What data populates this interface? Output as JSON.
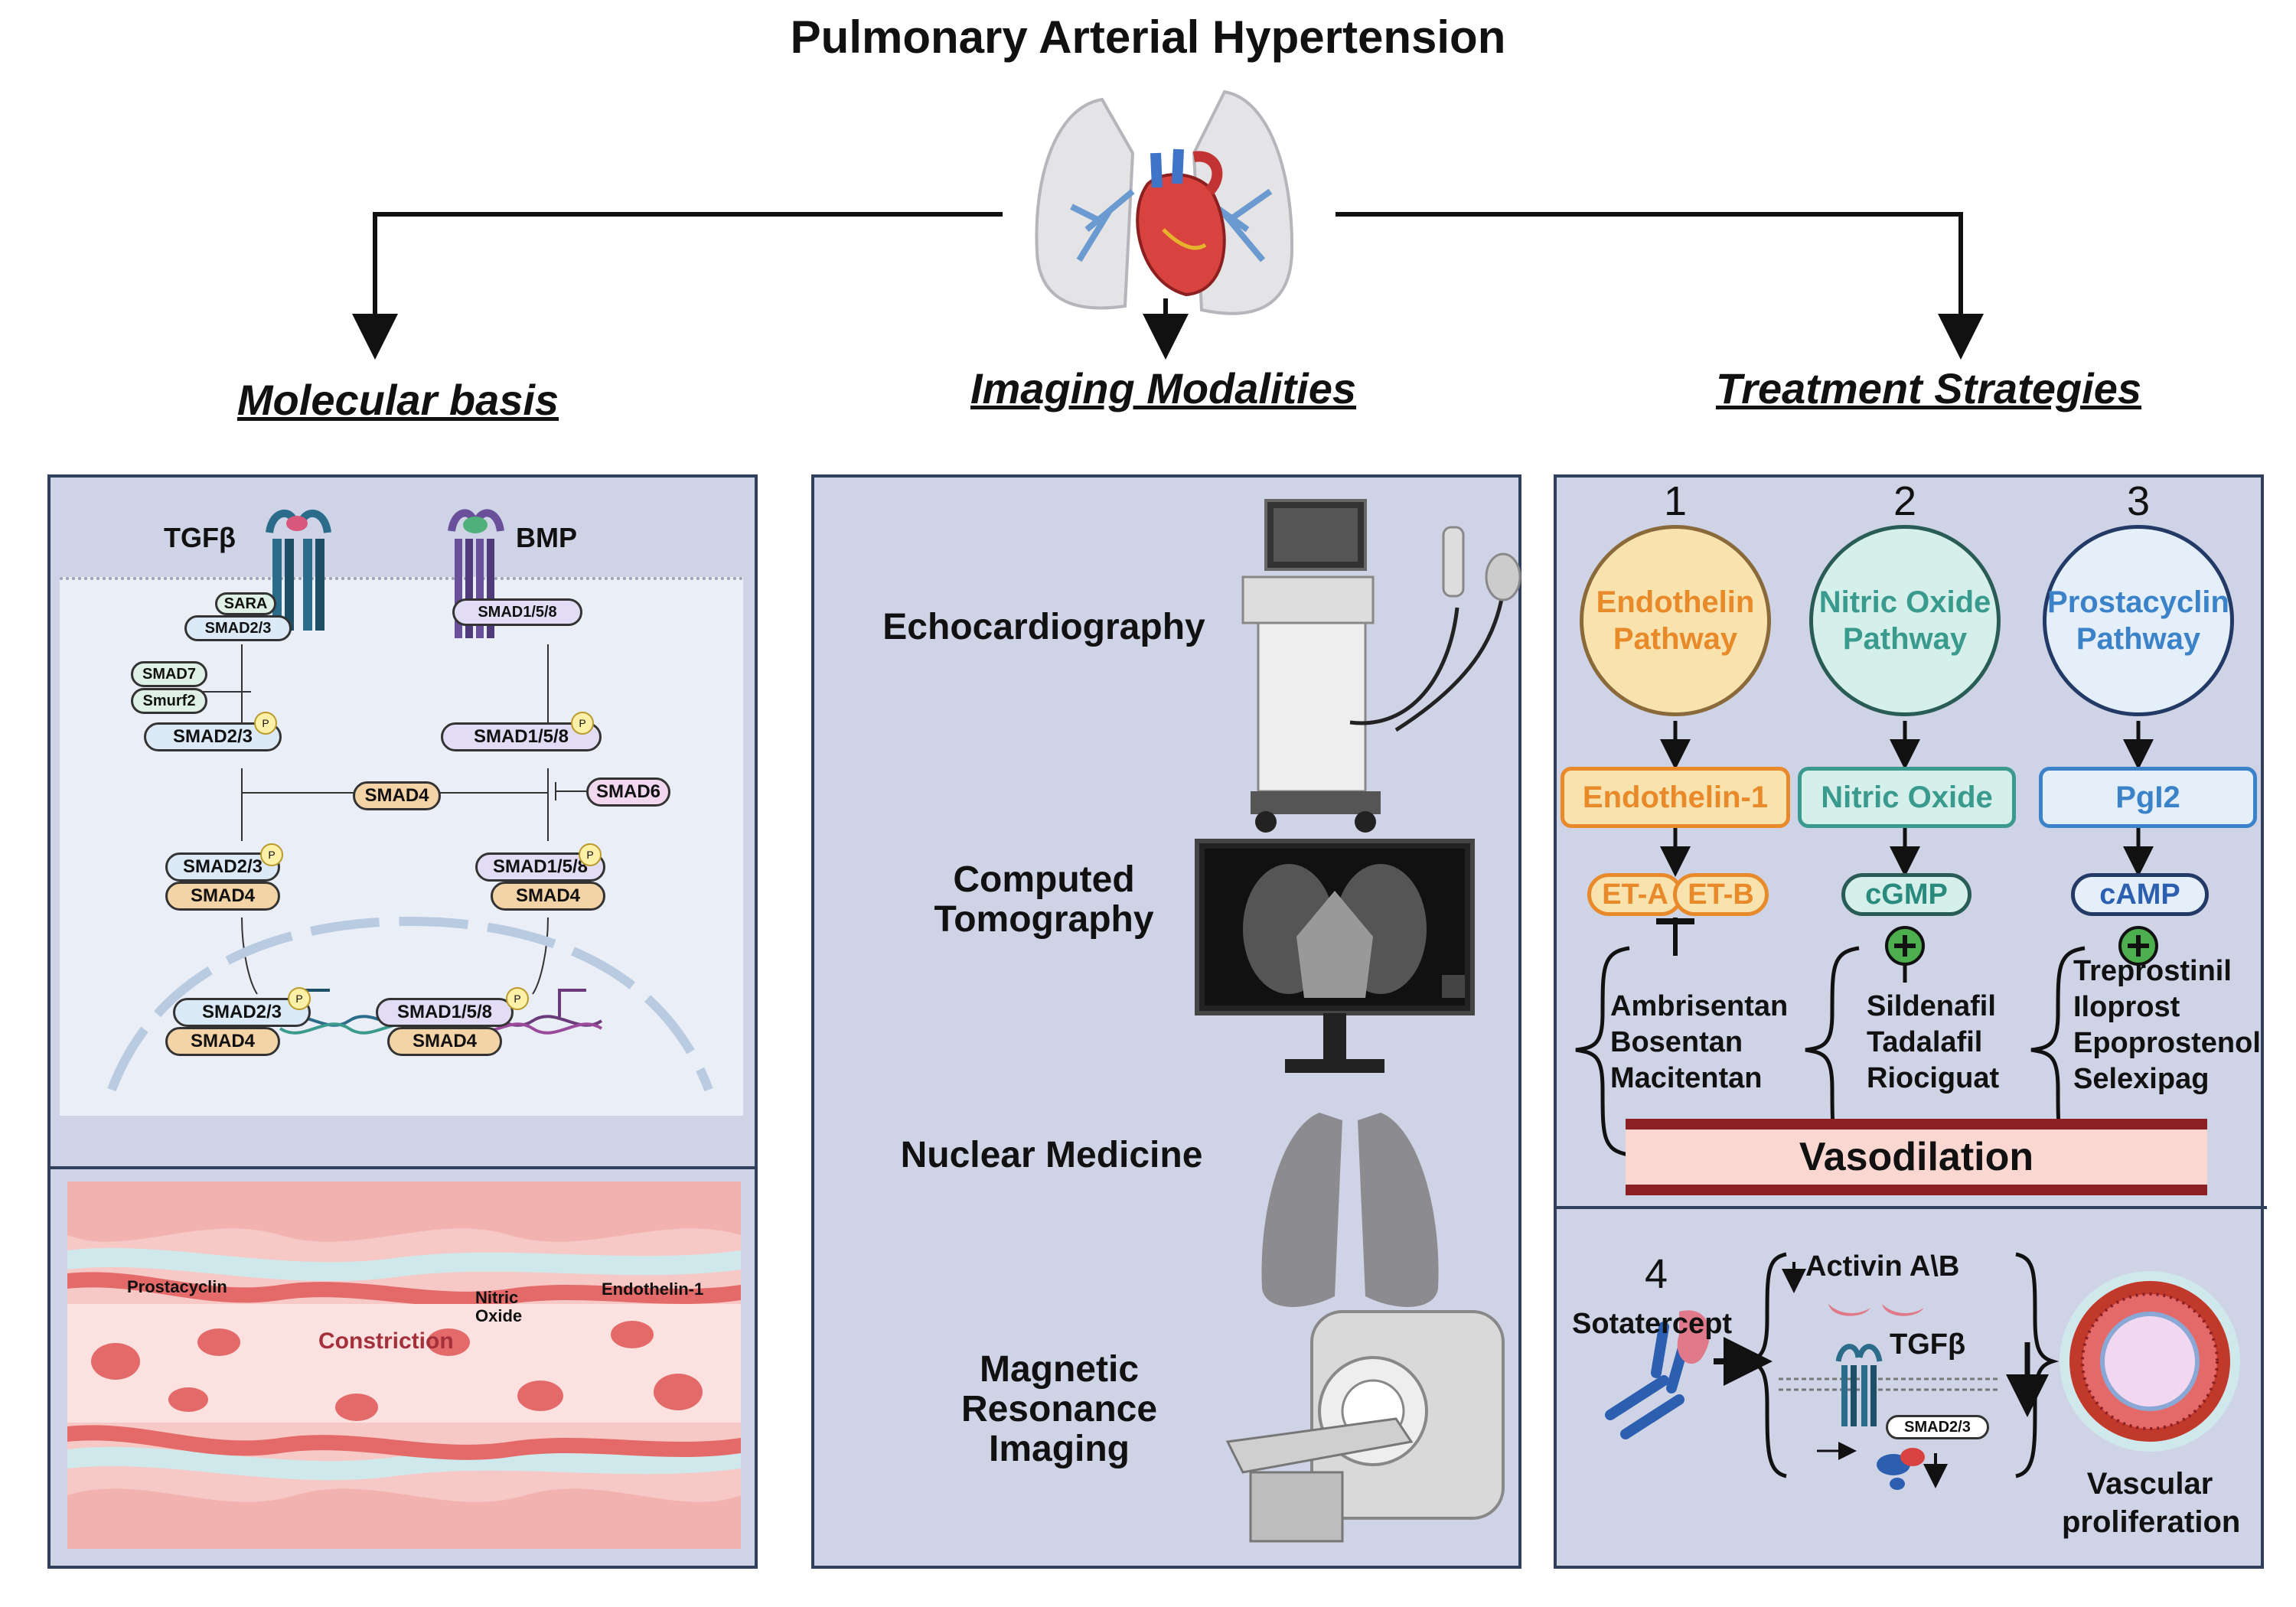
{
  "title": "Pulmonary Arterial Hypertension",
  "sections": {
    "molecular": "Molecular basis",
    "imaging": "Imaging Modalities",
    "treatment": "Treatment Strategies"
  },
  "molecular": {
    "tgfb": "TGFβ",
    "bmp": "BMP",
    "sara": "SARA",
    "smad23": "SMAD2/3",
    "smad7": "SMAD7",
    "smurf2": "Smurf2",
    "smad158": "SMAD1/5/8",
    "smad4": "SMAD4",
    "smad6": "SMAD6",
    "p": "P",
    "vessel": {
      "prostacyclin": "Prostacyclin",
      "nitric_oxide": "Nitric Oxide",
      "endothelin": "Endothelin-1",
      "constriction": "Constriction"
    }
  },
  "imaging": {
    "echo": "Echocardiography",
    "ct": "Computed Tomography",
    "nuclear": "Nuclear Medicine",
    "mri": "Magnetic Resonance Imaging"
  },
  "treatment": {
    "pathways": [
      {
        "num": "1",
        "name": "Endothelin Pathway",
        "mediator": "Endothelin-1",
        "color": "#e8892a",
        "fill": "#f8e3ae"
      },
      {
        "num": "2",
        "name": "Nitric Oxide Pathway",
        "mediator": "Nitric Oxide",
        "color": "#3a9a8e",
        "fill": "#d5f0ea"
      },
      {
        "num": "3",
        "name": "Prostacyclin Pathway",
        "mediator": "PgI2",
        "color": "#3b82c8",
        "fill": "#e4effa"
      }
    ],
    "receptors": {
      "eta": "ET-A",
      "etb": "ET-B"
    },
    "cgmp": "cGMP",
    "camp": "cAMP",
    "drugs1": [
      "Ambrisentan",
      "Bosentan",
      "Macitentan"
    ],
    "drugs2": [
      "Sildenafil",
      "Tadalafil",
      "Riociguat"
    ],
    "drugs3": [
      "Treprostinil",
      "Iloprost",
      "Epoprostenol",
      "Selexipag"
    ],
    "vasodilation": "Vasodilation",
    "num4": "4",
    "sotatercept": "Sotatercept",
    "activin": "Activin A\\B",
    "tgfb": "TGFβ",
    "smad23": "SMAD2/3",
    "vascular": "Vascular proliferation"
  },
  "colors": {
    "panel": "#cfd3e6",
    "panel_border": "#2f3f5c",
    "smad_blue": "#dceaf8",
    "smad_purple": "#e3dcf5",
    "smad4": "#f4d3a6",
    "vessel_pink": "#f3b8b8",
    "endothelial": "#e46a6a"
  }
}
